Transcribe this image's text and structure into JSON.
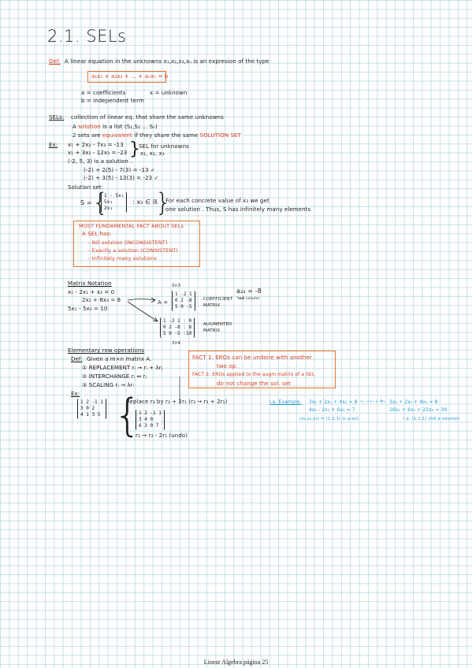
{
  "title": "2.1. SELs",
  "def1": {
    "label": "Def:",
    "text": "A linear equation in the unknowns x₁,x₂,x₃,xₙ is an expresion of the type",
    "formula": "a₁x₁ + a₂x₂ + ... + aₙxₙ = b",
    "coef": "a = coefficients",
    "unknown": "x = unknown",
    "indep": "b = independent term"
  },
  "sels": {
    "label": "SELs:",
    "text": "collection of linear eq. that share the same unknowns",
    "sol_pre": "A",
    "sol_red": "solution",
    "sol_post": "is a  list (S₁,S₂ ... Sₙ)",
    "eq_pre": "2 sets are",
    "eq_red": "equivalent",
    "eq_mid": "if they share the same",
    "eq_red2": "SOLUTION SET"
  },
  "ex1": {
    "label": "Ex:",
    "eq1": "x₁ + 2x₂ - 7x₃ = -13",
    "eq2": "x₁ + 3x₂ - 12x₃ = -23",
    "note1": "SEL for unknowns",
    "note2": "x₁, x₂, x₃",
    "sol_line": "(-2, 5, 3)  is a solution .",
    "chk1": "(-2) + 2(5) - 7(3) = -13  ✓",
    "chk2": "(-2) + 3(5) - 12(3) = -23  ✓",
    "solset": "Solution set:",
    "set_lhs": "S =",
    "set_mat": [
      "1 - 5x₃",
      "5x₃",
      "2x₃"
    ],
    "set_rhs": ": x₃ ∈ ℝ",
    "comment1": "For each concrete value of x₃ we get",
    "comment2": "one solution . Thus, S has infinitely many elements"
  },
  "fact": {
    "title": "MOST FUNDAMENTAL FACT ABOUT SELs",
    "has": "A SEL has:",
    "items": [
      "- NO solution (INCONSISTENT)",
      "- Exactly a solution  (CONSISTENT)",
      "- Infinitely many solutions"
    ]
  },
  "matrix": {
    "title": "Matrix Notation",
    "sys": [
      "x₁ - 2x₂ + x₃ = 0",
      "2x₂ + 8x₃ = 8",
      "5x₁      - 5x₃ = 10"
    ],
    "dim1": "3×3",
    "a_label": "A =",
    "coef_rows": [
      "1  -2  1",
      "0   2  -8",
      "5   0  -5"
    ],
    "coef_name": [
      "COEFFICIENT",
      "MATRIX"
    ],
    "aug_rows": [
      "1  -2  1 : 0",
      "0   2 -8 : 8",
      "5   0 -5 :10"
    ],
    "aug_name": [
      "AUGMENTED",
      "MATRIX"
    ],
    "dim2": "3×4",
    "a_entry": "a₂₃ = -8",
    "a_note": "row  column"
  },
  "ero": {
    "title": "Elementary row operations",
    "def_label": "Def:",
    "def_text": "Given a m×n matrix A.",
    "ops": [
      "① REPLACEMENT   rᵢ → rᵢ + λrⱼ",
      "② INTERCHANGE   rᵢ ↔ rⱼ",
      "③ SCALING   rᵢ → λrᵢ"
    ],
    "facts": [
      "FACT 1:  EROs can be undone with another",
      "two op.",
      "FACT 2:  EROs applied to the augm matrix of a SEL",
      "do not change the sol. set"
    ],
    "ex_label": "Ex:",
    "ex_mat": [
      "1  2  -1  1",
      "3  0  2  ",
      "4  1  3  5"
    ],
    "replace": "Replace r₃ by r₃ + 2r₁  (r₃ → r₃ + 2r₁)",
    "res_mat": [
      "1   2   -1   1",
      "3   4   0   ",
      "6   3   0   7"
    ],
    "undo": "r₃ → r₃ - 2r₁ (undo)",
    "ex2_label": "i.e. Example:",
    "ex2_l1": "3x₁ + 2x₂ + 4x₃ = 8",
    "ex2_l2": "4x₁ - 2x₂ + 6x₃ = 7",
    "ex2_op": "r₂ → r₂ + 4r₁",
    "ex2_r1": "3x₁ + 2x₂ + 4x₃ = 8",
    "ex2_r2": "16x₁ + 6x₂ + 22x₃ = 39",
    "ex2_sol": "(x₁,x₂,x₃) = (1,1,1) is a sol.",
    "ex2_note": "i.e. (1,1,1) still a solution"
  },
  "footer": "Linear Algebra página 25"
}
